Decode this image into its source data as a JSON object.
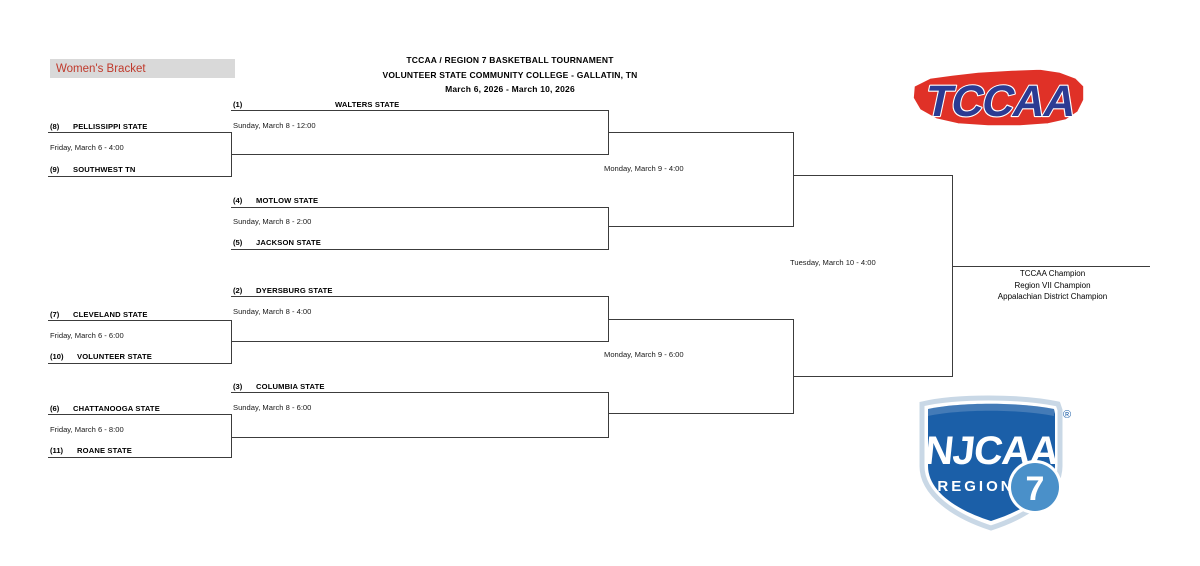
{
  "header": {
    "line1": "TCCAA / REGION 7 BASKETBALL TOURNAMENT",
    "line2": "VOLUNTEER STATE COMMUNITY COLLEGE - GALLATIN, TN",
    "line3": "March 6, 2026 - March 10, 2026"
  },
  "bracket_label": "Women's Bracket",
  "first_round": [
    {
      "seed_top": "(8)",
      "team_top": "PELLISSIPPI STATE",
      "time": "Friday, March 6 - 4:00",
      "seed_bottom": "(9)",
      "team_bottom": "SOUTHWEST TN"
    },
    {
      "seed_top": "(7)",
      "team_top": "CLEVELAND STATE",
      "time": "Friday, March 6 - 6:00",
      "seed_bottom": "(10)",
      "team_bottom": "VOLUNTEER STATE"
    },
    {
      "seed_top": "(6)",
      "team_top": "CHATTANOOGA STATE",
      "time": "Friday, March 6 - 8:00",
      "seed_bottom": "(11)",
      "team_bottom": "ROANE STATE"
    }
  ],
  "quarterfinals": [
    {
      "seed": "(1)",
      "team": "WALTERS STATE",
      "time": "Sunday, March 8 - 12:00"
    },
    {
      "seed": "(4)",
      "team": "MOTLOW STATE",
      "time": "Sunday, March 8 - 2:00"
    },
    {
      "seed": "(5)",
      "team": "JACKSON STATE",
      "time": ""
    },
    {
      "seed": "(2)",
      "team": "DYERSBURG STATE",
      "time": "Sunday, March 8 - 4:00"
    },
    {
      "seed": "(3)",
      "team": "COLUMBIA STATE",
      "time": "Sunday, March 8 - 6:00"
    }
  ],
  "semifinals": [
    {
      "time": "Monday, March 9 - 4:00"
    },
    {
      "time": "Monday, March 9 - 6:00"
    }
  ],
  "final": {
    "time": "Tuesday, March 10 - 4:00"
  },
  "champion": {
    "line1": "TCCAA Champion",
    "line2": "Region VII Champion",
    "line3": "Appalachian District Champion"
  },
  "logos": {
    "tccaa": {
      "name": "tccaa-logo",
      "text": "TCCAA",
      "state_color": "#e03127",
      "letter_color": "#2b3b93"
    },
    "njcaa": {
      "name": "njcaa-logo",
      "text": "NJCAA",
      "region_label": "REGION",
      "region_number": "7",
      "shield_color": "#1b5fa8",
      "badge_color": "#4a90c9"
    }
  },
  "colors": {
    "band_bg": "#d9d9d9",
    "band_text": "#c0392b",
    "line": "#3c3c3c"
  }
}
